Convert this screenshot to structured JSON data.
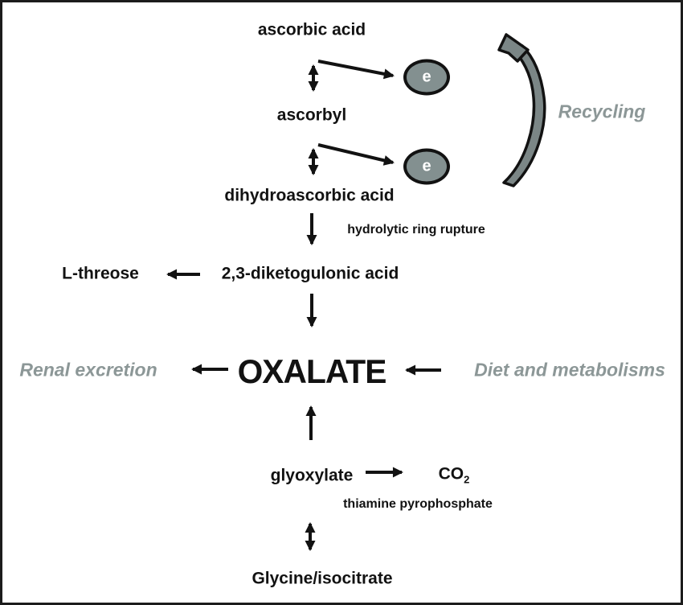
{
  "diagram": {
    "nodes": {
      "ascorbic_acid": "ascorbic acid",
      "ascorbyl": "ascorbyl",
      "dihydroascorbic_acid": "dihydroascorbic acid",
      "l_threose": "L-threose",
      "diketogulonic_acid": "2,3-diketogulonic acid",
      "oxalate": "OXALATE",
      "glyoxylate": "glyoxylate",
      "co2_base": "CO",
      "co2_sub": "2",
      "glycine_isocitrate": "Glycine/isocitrate"
    },
    "reaction_labels": {
      "hydrolytic": "hydrolytic ring rupture",
      "thiamine": "thiamine pyrophosphate"
    },
    "side_labels": {
      "recycling": "Recycling",
      "renal_excretion": "Renal excretion",
      "diet_metabolisms": "Diet and metabolisms"
    },
    "electron": {
      "label": "e",
      "fill": "#839090",
      "text_color": "#ffffff"
    },
    "colors": {
      "background": "#ffffff",
      "border": "#1c1c1c",
      "arrow": "#121212",
      "gray_text": "#8c9797",
      "recycling_arrow_fill": "#7b8686"
    }
  }
}
